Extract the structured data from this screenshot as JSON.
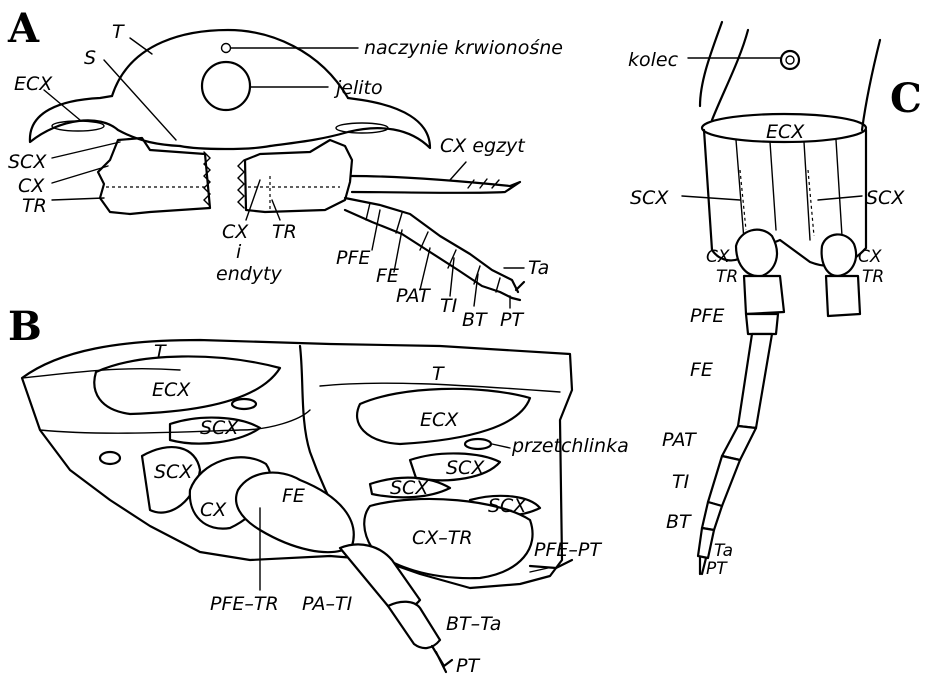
{
  "panels": {
    "a": "A",
    "b": "B",
    "c": "C"
  },
  "a": {
    "T": "T",
    "S": "S",
    "ECX": "ECX",
    "SCX": "SCX",
    "CX": "CX",
    "TR": "TR",
    "vessel": "naczynie krwionośne",
    "gut": "jelito",
    "exite": "CX egzyt",
    "cx_endites_1": "CX",
    "cx_endites_2": "i",
    "cx_endites_3": "endyty",
    "TR2": "TR",
    "PFE": "PFE",
    "FE": "FE",
    "PAT": "PAT",
    "TI": "TI",
    "BT": "BT",
    "PT": "PT",
    "Ta": "Ta"
  },
  "b": {
    "T1": "T",
    "T2": "T",
    "ECX1": "ECX",
    "ECX2": "ECX",
    "SCX1": "SCX",
    "SCX2": "SCX",
    "SCX3": "SCX",
    "SCX4": "SCX",
    "SCX5": "SCX",
    "CX": "CX",
    "FE": "FE",
    "CXTR": "CX–TR",
    "spiracle": "przetchlinka",
    "PFETR": "PFE–TR",
    "PATI": "PA–TI",
    "BTTa": "BT–Ta",
    "PFEPT": "PFE–PT",
    "PT": "PT"
  },
  "c": {
    "spine": "kolec",
    "ECX": "ECX",
    "SCX_l": "SCX",
    "SCX_r": "SCX",
    "CX_l": "CX",
    "TR_l": "TR",
    "CX_r": "CX",
    "TR_r": "TR",
    "PFE": "PFE",
    "FE": "FE",
    "PAT": "PAT",
    "TI": "TI",
    "BT": "BT",
    "Ta": "Ta",
    "PT": "PT"
  }
}
